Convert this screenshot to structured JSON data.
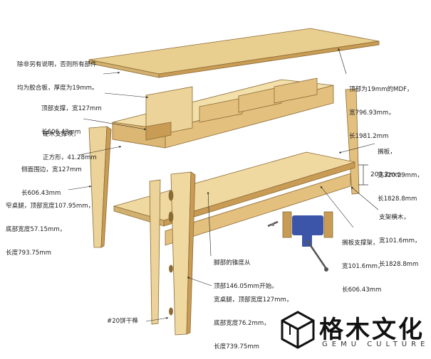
{
  "labels": {
    "general_note": [
      "除非另有说明，否则所有部件",
      "均为胶合板，厚度为19mm。"
    ],
    "top_support": [
      "顶部支撑，宽127mm",
      "长606.43mm"
    ],
    "hardwood_block": [
      "硬木支撑块，",
      "正方形，41.28mm"
    ],
    "side_apron": [
      "侧面围边，宽127mm",
      "长606.43mm"
    ],
    "narrow_leg": [
      "窄桌腿，顶部宽度107.95mm，",
      "底部宽度57.15mm，",
      "长度793.75mm"
    ],
    "top_mdf": [
      "顶部为19mm的MDF，",
      "宽796.93mm，",
      "长1981.2mm"
    ],
    "shelf": [
      "搁板，",
      "宽320.29mm，",
      "长1828.8mm"
    ],
    "shelf_height": "203.2mm",
    "stretcher": [
      "支架横木，",
      "宽101.6mm，",
      "长1828.8mm"
    ],
    "shelf_support": [
      "搁板支撑架，",
      "宽101.6mm，",
      "长606.43mm"
    ],
    "leg_taper": [
      "脚部的锥度从",
      "顶部146.05mm开始。"
    ],
    "wide_leg": [
      "宽桌腿，顶部宽度127mm，",
      "底部宽度76.2mm，",
      "长度739.75mm"
    ],
    "biscuit": "#20饼干榫"
  },
  "brand": {
    "name_cn": "格木文化",
    "name_en": "GEMU CULTURE"
  },
  "colors": {
    "wood_light": "#f0d9a0",
    "wood_mid": "#e3c07e",
    "wood_dark": "#c99c55",
    "outline": "#8a6a35",
    "vise": "#3d55a8"
  },
  "icons": [
    "brand-cube-logo-icon",
    "bench-vise-icon"
  ]
}
